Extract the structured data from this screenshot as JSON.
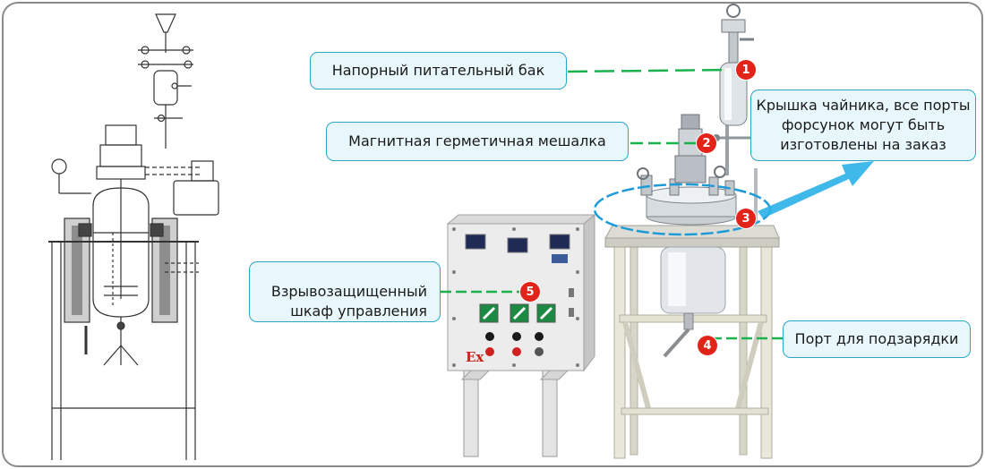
{
  "colors": {
    "accent": "#2aa6c9",
    "callout_bg": "#e8f7fb",
    "marker": "#e2231a",
    "leader": "#19b24c",
    "ellipse": "#1e9bd7",
    "arrow": "#2ab0e8"
  },
  "markers": [
    "1",
    "2",
    "3",
    "4",
    "5"
  ],
  "callouts": {
    "feed_tank": "Напорный питательный бак",
    "magnetic_stirrer": "Магнитная герметичная мешалка",
    "lid_line1": "Крышка чайника, все порты",
    "lid_line2": "форсунок могут быть",
    "lid_line3": "изготовлены на заказ",
    "charging_port": "Порт для подзарядки",
    "cabinet_line1": "Взрывозащищенный",
    "cabinet_line2": "шкаф управления"
  },
  "cabinet_mark": "Ex"
}
